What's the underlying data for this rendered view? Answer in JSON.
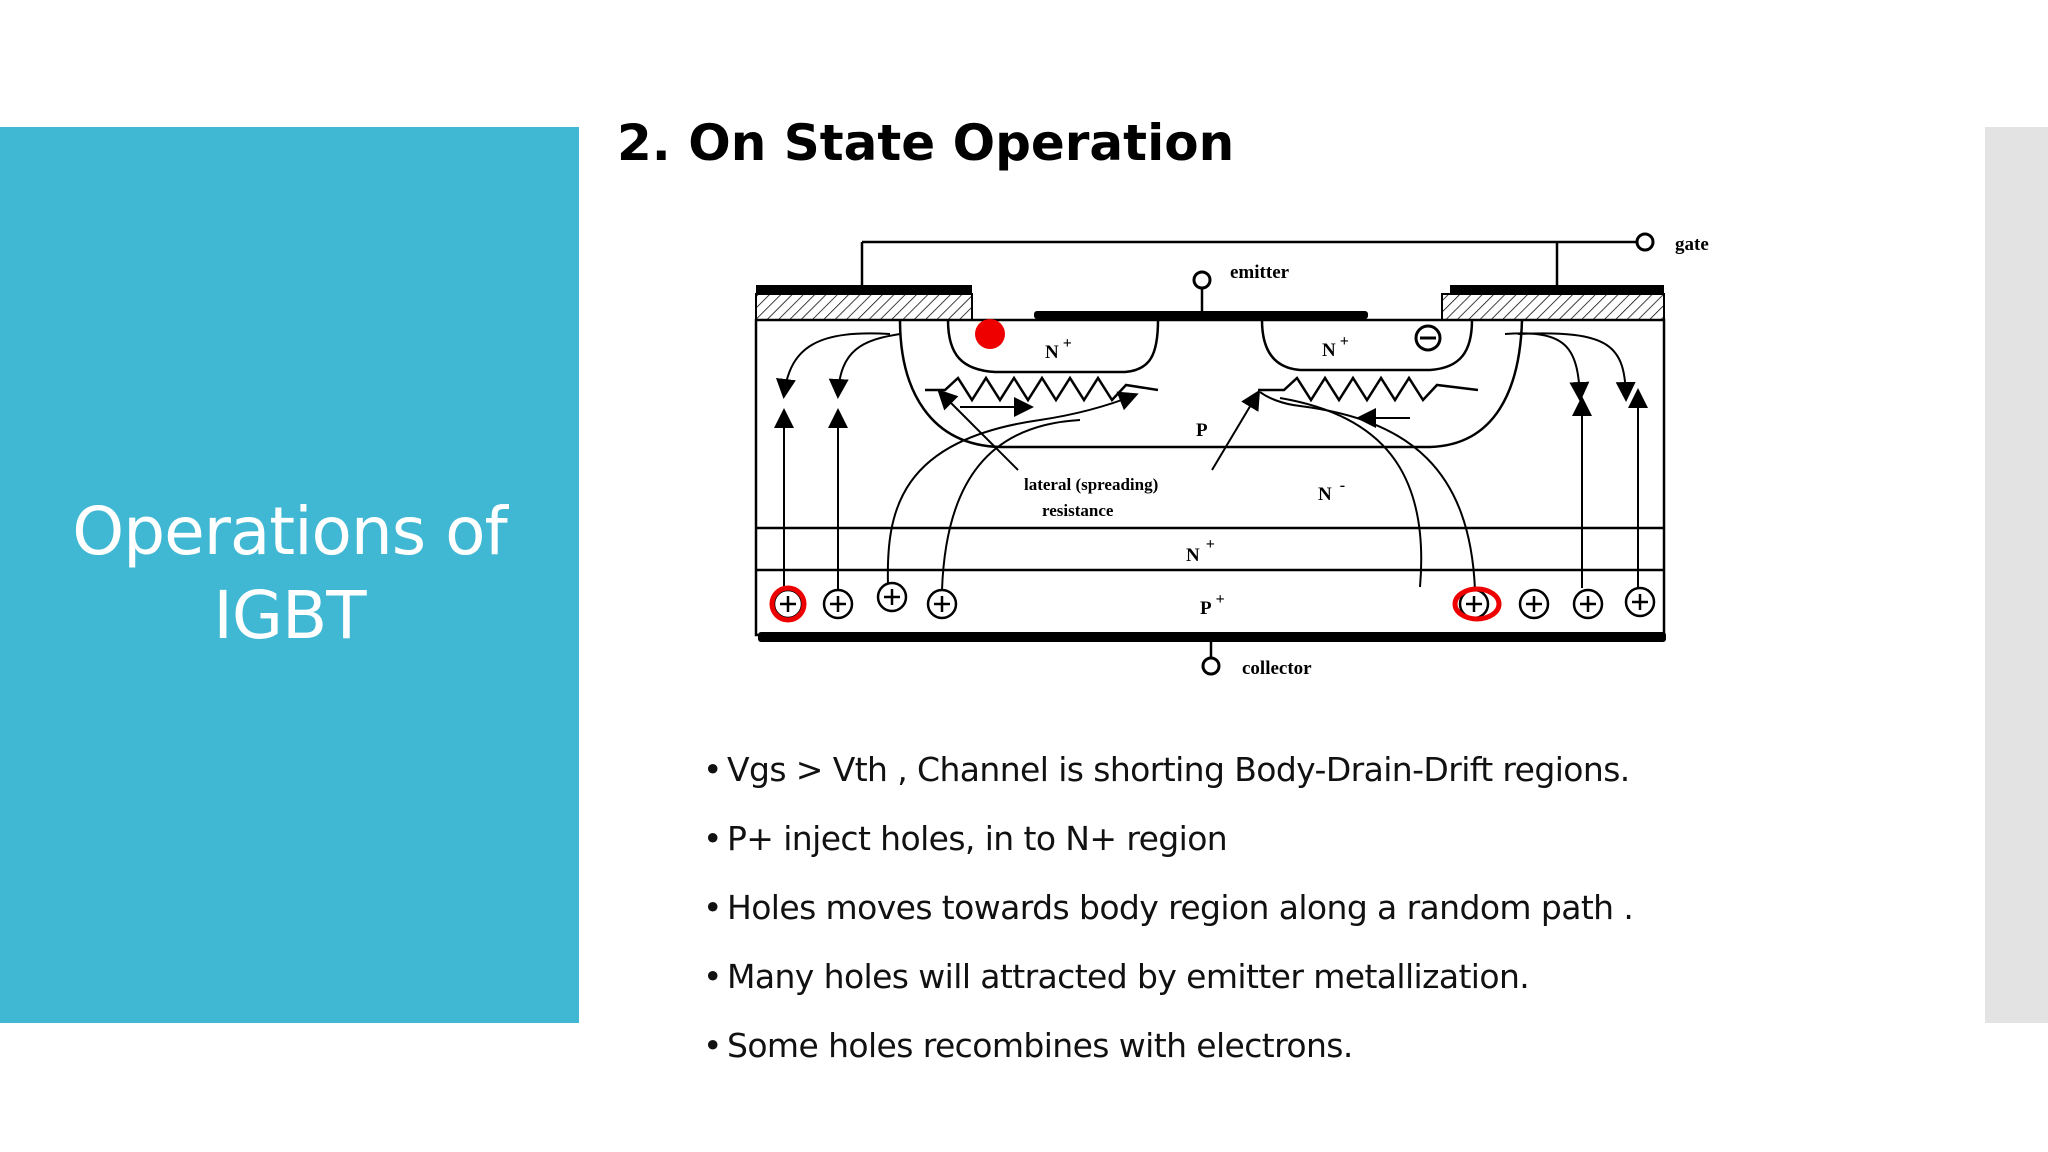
{
  "sidebar": {
    "title_line1": "Operations of",
    "title_line2": "IGBT"
  },
  "heading": "2. On State Operation",
  "diagram": {
    "gate": "gate",
    "emitter": "emitter",
    "collector": "collector",
    "n_plus": "N",
    "n_minus": "N",
    "p": "P",
    "p_plus": "P",
    "plus_sup": "+",
    "minus_sup": "-",
    "resistance_line1": "lateral (spreading)",
    "resistance_line2": "resistance"
  },
  "bullets": [
    "Vgs > Vth , Channel  is shorting Body-Drain-Drift regions.",
    "P+ inject holes, in to N+ region",
    "Holes moves towards body region along a random path .",
    "Many holes will attracted by emitter metallization.",
    "Some holes recombines with electrons."
  ],
  "colors": {
    "panel": "#41b8d3",
    "strip": "#e3e3e3",
    "highlight": "#ee0000"
  }
}
